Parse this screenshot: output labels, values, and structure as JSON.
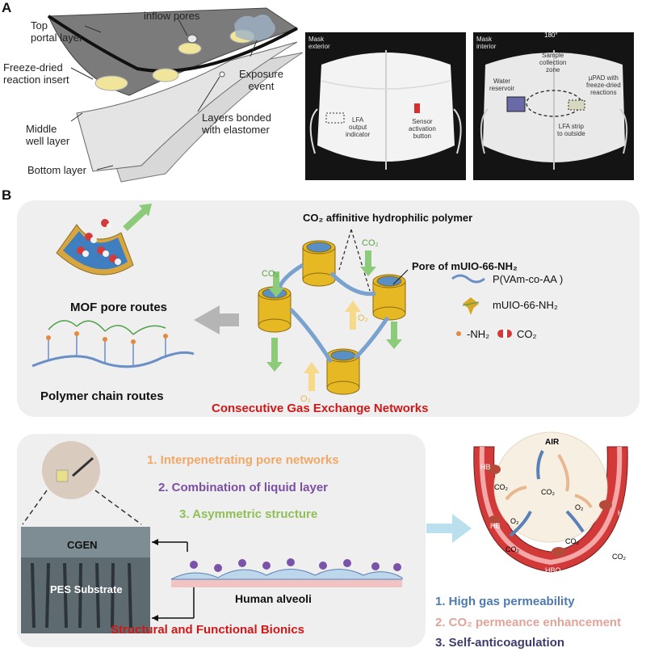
{
  "panelA": {
    "label": "A",
    "schematic": {
      "top_portal_layer": "Top\nportal layer",
      "inflow_pores": "inflow pores",
      "freeze_dried_insert": "Freeze-dried\nreaction insert",
      "exposure_event": "Exposure\nevent",
      "layers_bonded": "Layers bonded\nwith elastomer",
      "middle_well_layer": "Middle\nwell layer",
      "bottom_layer": "Bottom layer"
    },
    "photo_exterior": {
      "tag": "Mask\nexterior",
      "lfa_output": "LFA\noutput\nindicator",
      "sensor_button": "Sensor\nactivation\nbutton"
    },
    "photo_interior": {
      "tag": "Mask\ninterior",
      "rotation": "180°",
      "sample_zone": "Sample\ncollection\nzone",
      "water_reservoir": "Water\nreservoir",
      "upad": "µPAD with\nfreeze-dried\nreactions",
      "lfa_strip": "LFA strip\nto outside"
    }
  },
  "panelB": {
    "label": "B",
    "top": {
      "polymer_label": "CO₂ affinitive hydrophilic polymer",
      "pore_label": "Pore of mUIO-66-NH₂",
      "mof_routes": "MOF pore routes",
      "chain_routes": "Polymer chain routes",
      "network_title": "Consecutive Gas Exchange Networks",
      "co2": "CO₂",
      "o2": "O₂",
      "legend": {
        "pvam": "P(VAm-co-AA )",
        "muio": "mUIO-66-NH₂",
        "nh2": "-NH₂",
        "co2": "CO₂"
      }
    },
    "bottom": {
      "features": [
        {
          "text": "1. Interpenetrating pore networks",
          "color": "#f0a866"
        },
        {
          "text": "2. Combination of liquid layer",
          "color": "#7b4fa0"
        },
        {
          "text": "3. Asymmetric structure",
          "color": "#8fbf55"
        }
      ],
      "cgen": "CGEN",
      "pes": "PES Substrate",
      "alveoli": "Human alveoli",
      "bionics_title": "Structural and Functional Bionics",
      "lung": {
        "air": "AIR",
        "hb": "HB",
        "hbo": "HBO",
        "hbo2": "HBO₂",
        "co2": "CO₂",
        "o2": "O₂"
      },
      "benefits": [
        {
          "text": "1. High gas permeability",
          "color": "#4d7ab0"
        },
        {
          "text": "2. CO₂ permeance enhancement",
          "color": "#e3a39a"
        },
        {
          "text": "3. Self-anticoagulation",
          "color": "#3c3c6c"
        }
      ]
    }
  }
}
